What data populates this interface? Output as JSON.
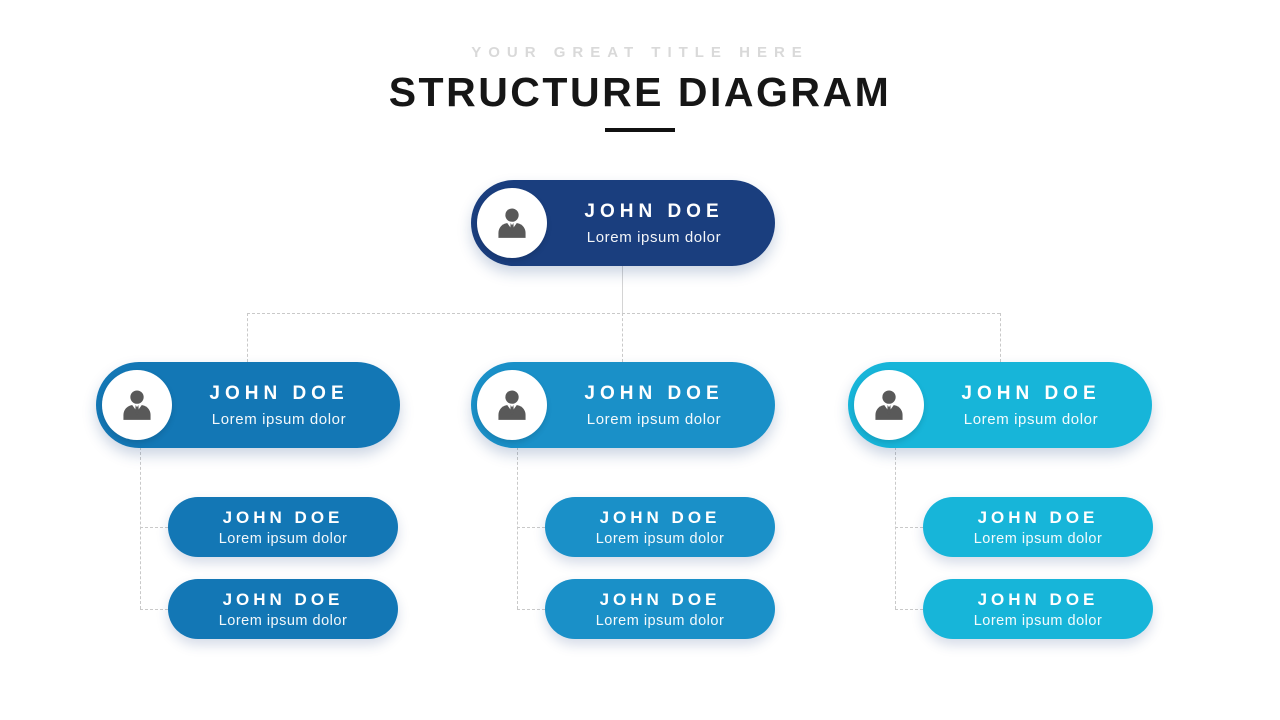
{
  "header": {
    "eyebrow": "YOUR GREAT TITLE HERE",
    "title": "STRUCTURE DIAGRAM"
  },
  "colors": {
    "root_node": "#1A3E7E",
    "branch_left": "#1377B5",
    "branch_middle": "#1A90C8",
    "branch_right": "#17B5D9",
    "connector": "#C9C9C9",
    "person_icon": "#595959",
    "title_text": "#161616",
    "eyebrow_text": "#D9D9D9"
  },
  "org": {
    "root": {
      "name": "JOHN DOE",
      "role": "Lorem ipsum dolor",
      "color": "#1A3E7E"
    },
    "branches": [
      {
        "name": "JOHN DOE",
        "role": "Lorem ipsum dolor",
        "color": "#1377B5",
        "children": [
          {
            "name": "JOHN DOE",
            "role": "Lorem ipsum dolor",
            "color": "#1377B5"
          },
          {
            "name": "JOHN DOE",
            "role": "Lorem ipsum dolor",
            "color": "#1377B5"
          }
        ]
      },
      {
        "name": "JOHN DOE",
        "role": "Lorem ipsum dolor",
        "color": "#1A90C8",
        "children": [
          {
            "name": "JOHN DOE",
            "role": "Lorem ipsum dolor",
            "color": "#1A90C8"
          },
          {
            "name": "JOHN DOE",
            "role": "Lorem ipsum dolor",
            "color": "#1A90C8"
          }
        ]
      },
      {
        "name": "JOHN DOE",
        "role": "Lorem ipsum dolor",
        "color": "#17B5D9",
        "children": [
          {
            "name": "JOHN DOE",
            "role": "Lorem ipsum dolor",
            "color": "#17B5D9"
          },
          {
            "name": "JOHN DOE",
            "role": "Lorem ipsum dolor",
            "color": "#17B5D9"
          }
        ]
      }
    ]
  }
}
